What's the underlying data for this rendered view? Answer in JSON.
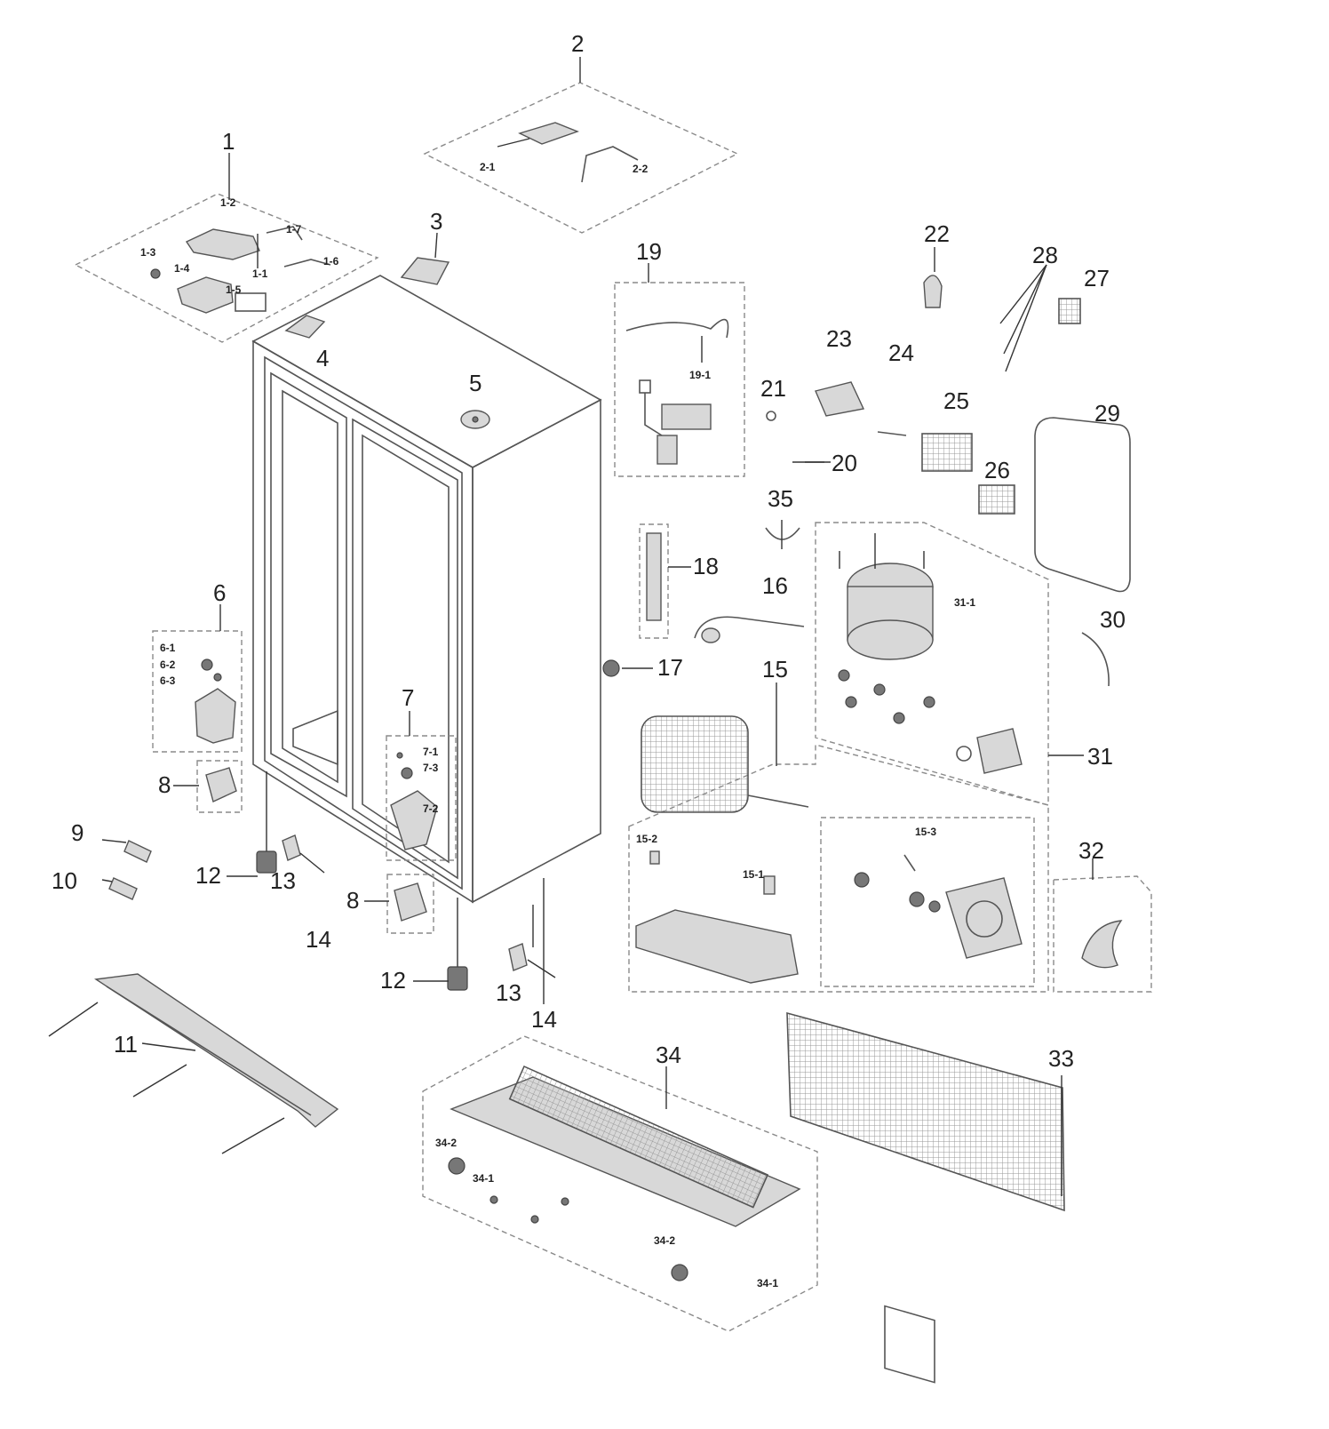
{
  "labels": {
    "l1": "1",
    "l2": "2",
    "l3": "3",
    "l4": "4",
    "l5": "5",
    "l6": "6",
    "l7": "7",
    "l8a": "8",
    "l8b": "8",
    "l9": "9",
    "l10": "10",
    "l11": "11",
    "l12a": "12",
    "l12b": "12",
    "l13a": "13",
    "l13b": "13",
    "l14a": "14",
    "l14b": "14",
    "l15": "15",
    "l16": "16",
    "l17": "17",
    "l18": "18",
    "l19": "19",
    "l20": "20",
    "l21": "21",
    "l22": "22",
    "l23": "23",
    "l24": "24",
    "l25": "25",
    "l26": "26",
    "l27": "27",
    "l28": "28",
    "l29": "29",
    "l30": "30",
    "l31": "31",
    "l32": "32",
    "l33": "33",
    "l34": "34",
    "l35": "35"
  },
  "sublabels": {
    "s1_1": "1-1",
    "s1_2": "1-2",
    "s1_3": "1-3",
    "s1_4": "1-4",
    "s1_5": "1-5",
    "s1_6": "1-6",
    "s1_7": "1-7",
    "s2_1": "2-1",
    "s2_2": "2-2",
    "s6_1": "6-1",
    "s6_2": "6-2",
    "s6_3": "6-3",
    "s7_1": "7-1",
    "s7_2": "7-2",
    "s7_3": "7-3",
    "s15_1": "15-1",
    "s15_2": "15-2",
    "s15_3": "15-3",
    "s19_1": "19-1",
    "s31_1": "31-1",
    "s34_1a": "34-1",
    "s34_1b": "34-1",
    "s34_2a": "34-2",
    "s34_2b": "34-2"
  }
}
